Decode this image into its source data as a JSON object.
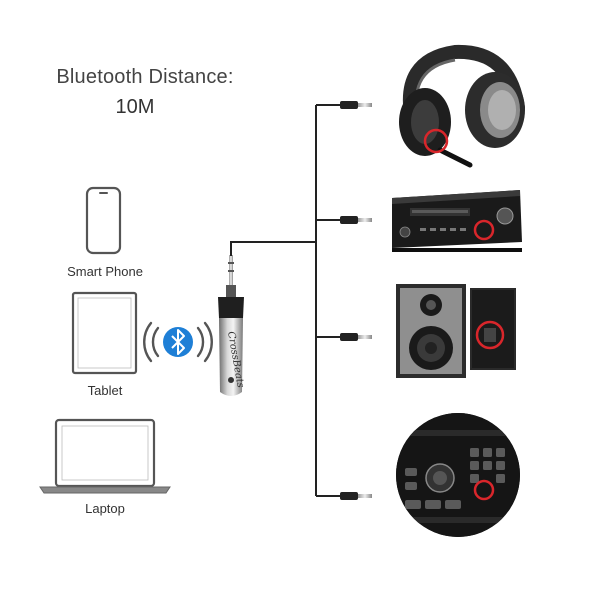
{
  "headline": {
    "title": "Bluetooth Distance:",
    "value": "10M"
  },
  "devices": {
    "phone_label": "Smart Phone",
    "tablet_label": "Tablet",
    "laptop_label": "Laptop"
  },
  "receiver": {
    "brand_text": "CrossBeats",
    "icon": "bluetooth-icon"
  },
  "outputs": [
    "headphones",
    "av-receiver",
    "bookshelf-speakers",
    "car-stereo"
  ],
  "colors": {
    "bluetooth_blue": "#1e7fd6",
    "highlight_red": "#d9262b",
    "device_gray": "#888888"
  }
}
